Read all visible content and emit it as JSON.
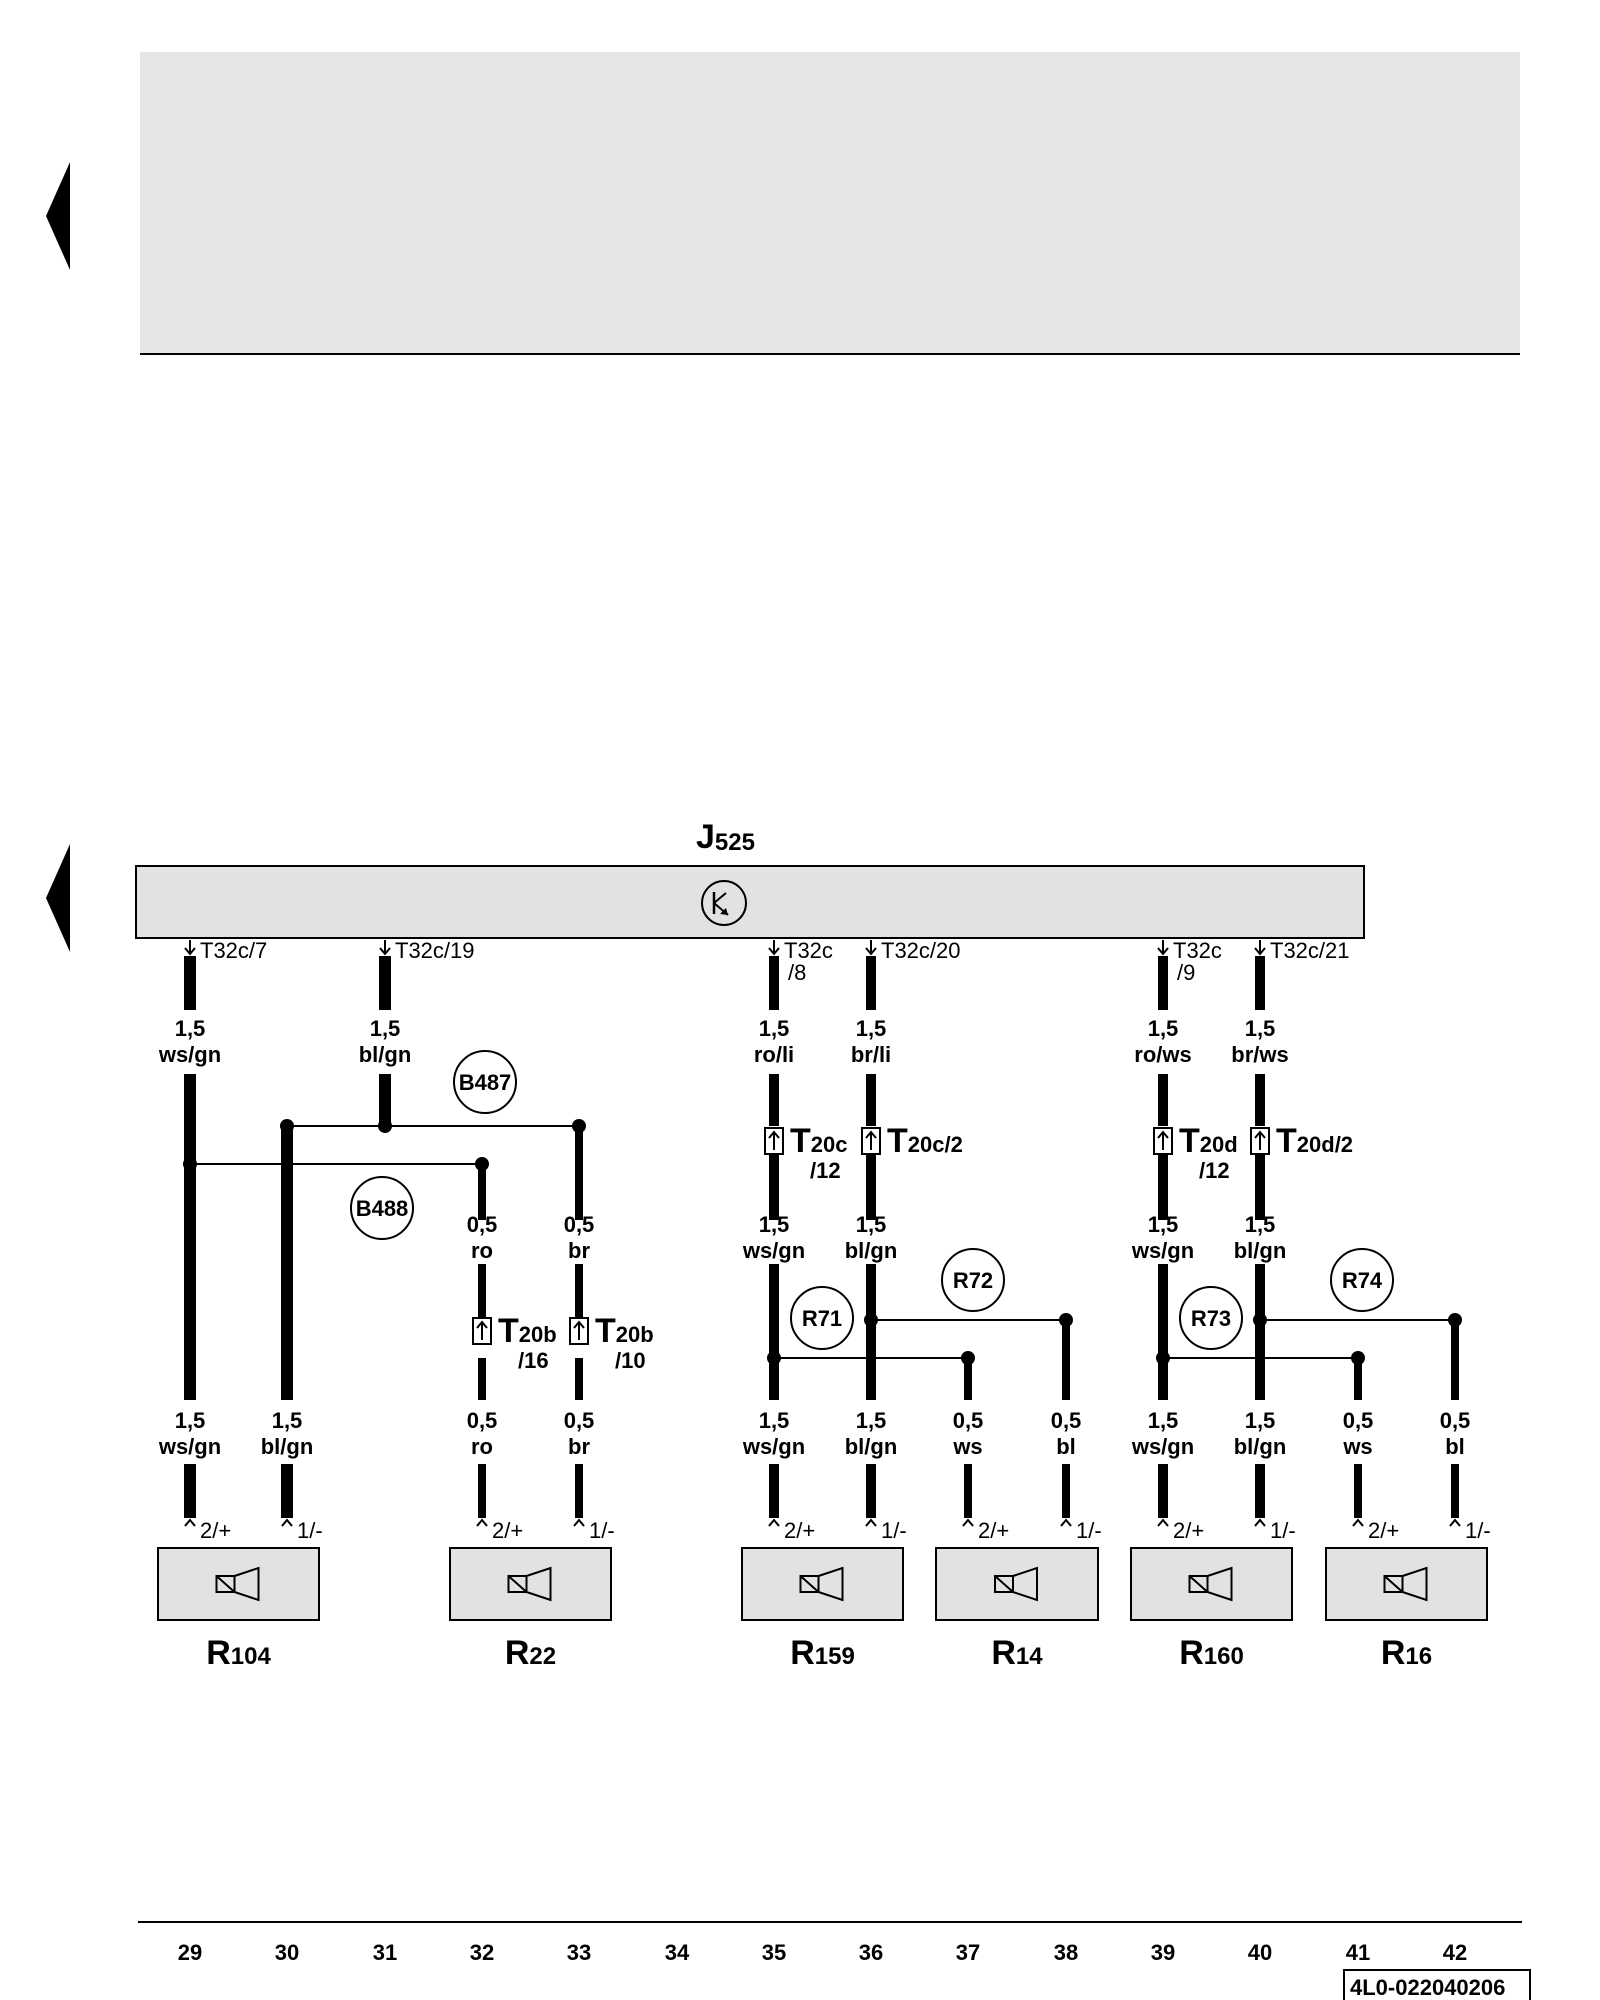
{
  "control_unit": {
    "name": "J",
    "sub": "525"
  },
  "pins": [
    {
      "id": "p29",
      "col": 29,
      "label": "T32c/7"
    },
    {
      "id": "p31",
      "col": 31,
      "label": "T32c/19"
    },
    {
      "id": "p35",
      "col": 35,
      "label": "T32c",
      "label2": "/8"
    },
    {
      "id": "p36",
      "col": 36,
      "label": "T32c/20"
    },
    {
      "id": "p39",
      "col": 39,
      "label": "T32c",
      "label2": "/9"
    },
    {
      "id": "p40",
      "col": 40,
      "label": "T32c/21"
    }
  ],
  "wires": [
    {
      "col": 29,
      "size": "1,5",
      "color": "ws/gn",
      "level": "upper"
    },
    {
      "col": 31,
      "size": "1,5",
      "color": "bl/gn",
      "level": "upper"
    },
    {
      "col": 35,
      "size": "1,5",
      "color": "ro/li",
      "level": "upper"
    },
    {
      "col": 36,
      "size": "1,5",
      "color": "br/li",
      "level": "upper"
    },
    {
      "col": 39,
      "size": "1,5",
      "color": "ro/ws",
      "level": "upper"
    },
    {
      "col": 40,
      "size": "1,5",
      "color": "br/ws",
      "level": "upper"
    },
    {
      "col": 32,
      "size": "0,5",
      "color": "ro",
      "level": "mid"
    },
    {
      "col": 33,
      "size": "0,5",
      "color": "br",
      "level": "mid"
    },
    {
      "col": 35,
      "size": "1,5",
      "color": "ws/gn",
      "level": "mid"
    },
    {
      "col": 36,
      "size": "1,5",
      "color": "bl/gn",
      "level": "mid"
    },
    {
      "col": 39,
      "size": "1,5",
      "color": "ws/gn",
      "level": "mid"
    },
    {
      "col": 40,
      "size": "1,5",
      "color": "bl/gn",
      "level": "mid"
    },
    {
      "col": 29,
      "size": "1,5",
      "color": "ws/gn",
      "level": "lower"
    },
    {
      "col": 30,
      "size": "1,5",
      "color": "bl/gn",
      "level": "lower"
    },
    {
      "col": 32,
      "size": "0,5",
      "color": "ro",
      "level": "lower"
    },
    {
      "col": 33,
      "size": "0,5",
      "color": "br",
      "level": "lower"
    },
    {
      "col": 35,
      "size": "1,5",
      "color": "ws/gn",
      "level": "lower"
    },
    {
      "col": 36,
      "size": "1,5",
      "color": "bl/gn",
      "level": "lower"
    },
    {
      "col": 37,
      "size": "0,5",
      "color": "ws",
      "level": "lower"
    },
    {
      "col": 38,
      "size": "0,5",
      "color": "bl",
      "level": "lower"
    },
    {
      "col": 39,
      "size": "1,5",
      "color": "ws/gn",
      "level": "lower"
    },
    {
      "col": 40,
      "size": "1,5",
      "color": "bl/gn",
      "level": "lower"
    },
    {
      "col": 41,
      "size": "0,5",
      "color": "ws",
      "level": "lower"
    },
    {
      "col": 42,
      "size": "0,5",
      "color": "bl",
      "level": "lower"
    }
  ],
  "connectors": [
    {
      "col": 32,
      "name": "T",
      "sub": "20b",
      "pin": "/16"
    },
    {
      "col": 33,
      "name": "T",
      "sub": "20b",
      "pin": "/10"
    },
    {
      "col": 35,
      "name": "T",
      "sub": "20c",
      "pin": "/12"
    },
    {
      "col": 36,
      "name": "T",
      "sub": "20c/2",
      "pin": ""
    },
    {
      "col": 39,
      "name": "T",
      "sub": "20d",
      "pin": "/12"
    },
    {
      "col": 40,
      "name": "T",
      "sub": "20d/2",
      "pin": ""
    }
  ],
  "connections": [
    {
      "label": "B487"
    },
    {
      "label": "B488"
    },
    {
      "label": "R71"
    },
    {
      "label": "R72"
    },
    {
      "label": "R73"
    },
    {
      "label": "R74"
    }
  ],
  "speakers": [
    {
      "name": "R",
      "sub": "104",
      "plus": "2/+",
      "minus": "1/-"
    },
    {
      "name": "R",
      "sub": "22",
      "plus": "2/+",
      "minus": "1/-"
    },
    {
      "name": "R",
      "sub": "159",
      "plus": "2/+",
      "minus": "1/-"
    },
    {
      "name": "R",
      "sub": "14",
      "plus": "2/+",
      "minus": "1/-"
    },
    {
      "name": "R",
      "sub": "160",
      "plus": "2/+",
      "minus": "1/-"
    },
    {
      "name": "R",
      "sub": "16",
      "plus": "2/+",
      "minus": "1/-"
    }
  ],
  "footer": {
    "columns": [
      "29",
      "30",
      "31",
      "32",
      "33",
      "34",
      "35",
      "36",
      "37",
      "38",
      "39",
      "40",
      "41",
      "42"
    ],
    "doc_number": "4L0-022040206"
  },
  "colors": {
    "box_fill": "#e2e2e2",
    "header_fill": "#e6e6e6",
    "line": "#000000"
  }
}
